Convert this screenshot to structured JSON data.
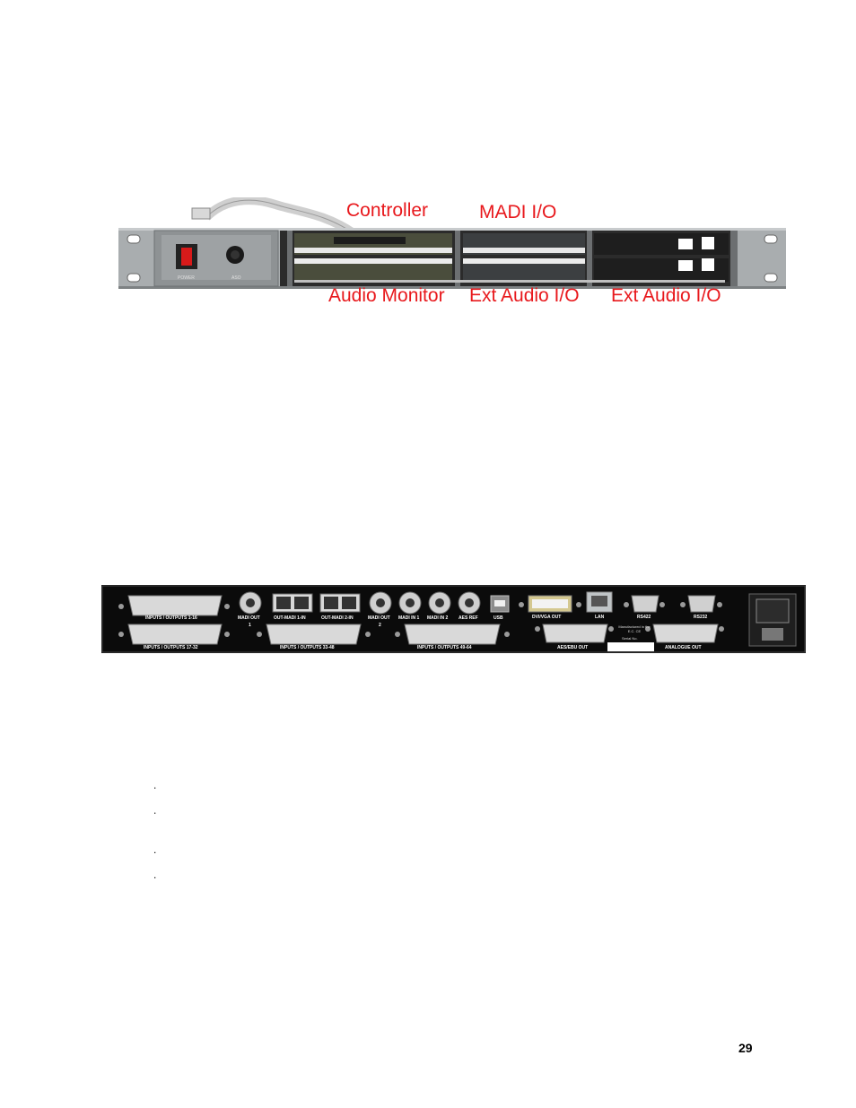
{
  "front_panel": {
    "callouts": {
      "controller": "Controller",
      "madi_io": "MADI I/O",
      "audio_monitor": "Audio Monitor",
      "ext_audio_io_1": "Ext Audio I/O",
      "ext_audio_io_2": "Ext Audio I/O"
    },
    "power_label": "POWER",
    "aso_label": "ASO"
  },
  "rear_panel": {
    "labels": {
      "io_1_16": "INPUTS / OUTPUTS 1-16",
      "io_17_32": "INPUTS / OUTPUTS 17-32",
      "io_33_48": "INPUTS / OUTPUTS 33-48",
      "io_49_64": "INPUTS / OUTPUTS 49-64",
      "madi_out_1": "MADI OUT",
      "madi_out_1_num": "1",
      "out_madi_1_in": "OUT-MADI 1-IN",
      "out_madi_2_in": "OUT-MADI 2-IN",
      "madi_out_2": "MADI OUT",
      "madi_out_2_num": "2",
      "madi_in_1": "MADI IN 1",
      "madi_in_2": "MADI IN 2",
      "aes_ref": "AES REF",
      "usb": "USB",
      "dvi_vga_out": "DVI/VGA OUT",
      "lan": "LAN",
      "rs422": "RS422",
      "rs232": "RS232",
      "aes_ebu_out": "AES/EBU OUT",
      "analogue_out": "ANALOGUE OUT",
      "manufactured": "Manufactured in the E.C. CE",
      "serial_no": "Serial No."
    }
  },
  "bullets": [
    ".",
    ".",
    ".",
    "."
  ],
  "page_number": "29"
}
